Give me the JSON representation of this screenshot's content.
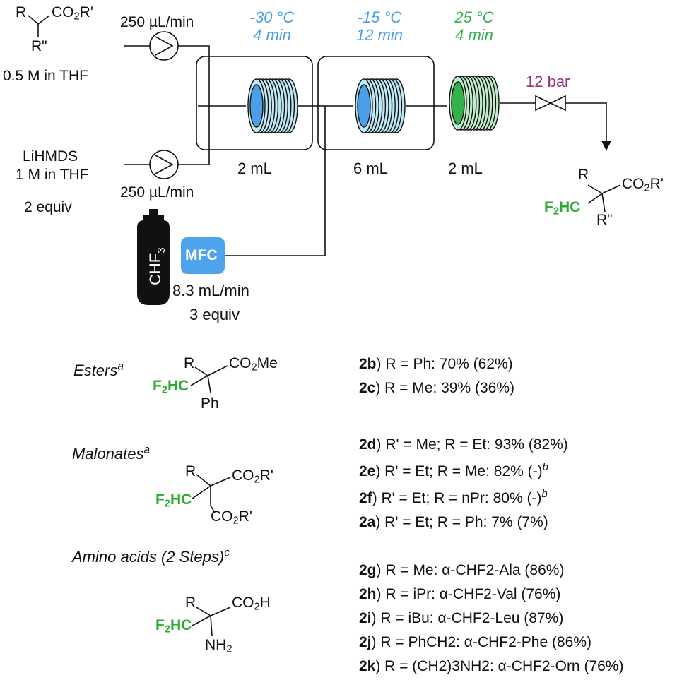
{
  "colors": {
    "cold1": "#4a9fe6",
    "cold2": "#4a9fe6",
    "warm": "#33b24a",
    "valve": "#9a2f7a",
    "mfc": "#4fa3ea",
    "green_text": "#2eaa2e"
  },
  "icons": [
    "pump-icon",
    "coil-reactor-icon",
    "valve-icon",
    "gas-cylinder-icon"
  ],
  "feed1": {
    "r": "R",
    "ester": "CO2R'",
    "rpp": "R\"",
    "conc": "0.5 M in THF",
    "flow": "250 µL/min"
  },
  "feed2": {
    "name": "LiHMDS",
    "conc": "1 M in THF",
    "equiv": "2 equiv",
    "flow": "250 µL/min"
  },
  "gas": {
    "name": "CHF3",
    "mfc": "MFC",
    "flow": "8.3 mL/min",
    "equiv": "3 equiv"
  },
  "reactors": [
    {
      "temp": "-30 °C",
      "time": "4 min",
      "volume": "2 mL"
    },
    {
      "temp": "-15 °C",
      "time": "12 min",
      "volume": "6 mL"
    },
    {
      "temp": "25 °C",
      "time": "4 min",
      "volume": "2 mL"
    }
  ],
  "valve_label": "12 bar",
  "product": {
    "r": "R",
    "ester": "CO2R'",
    "group": "F2HC",
    "rpp": "R\""
  },
  "categories": {
    "esters": "Esters",
    "esters_sup": "a",
    "malonates": "Malonates",
    "malonates_sup": "a",
    "amino": "Amino acids (2 Steps)",
    "amino_sup": "c"
  },
  "structures": {
    "ester": {
      "r": "R",
      "co": "CO2Me",
      "group": "F2HC",
      "sub": "Ph"
    },
    "malonate": {
      "r": "R",
      "co1": "CO2R'",
      "group": "F2HC",
      "co2": "CO2R'"
    },
    "amino": {
      "r": "R",
      "co": "CO2H",
      "group": "F2HC",
      "sub": "NH2"
    }
  },
  "results": [
    {
      "id": "2b",
      "text": ") R = Ph: 70% (62%)"
    },
    {
      "id": "2c",
      "text": ") R = Me: 39% (36%)"
    },
    {
      "id": "2d",
      "text": ") R' = Me; R = Et: 93% (82%)"
    },
    {
      "id": "2e",
      "text": ") R' = Et; R = Me: 82% (-)",
      "sup": "b"
    },
    {
      "id": "2f",
      "text": ") R' = Et; R = nPr: 80% (-)",
      "sup": "b"
    },
    {
      "id": "2a",
      "text": ") R' = Et; R = Ph: 7% (7%)"
    },
    {
      "id": "2g",
      "text": ") R = Me: α-CHF2-Ala (86%)"
    },
    {
      "id": "2h",
      "text": ") R = iPr: α-CHF2-Val (76%)"
    },
    {
      "id": "2i",
      "text": ") R = iBu: α-CHF2-Leu (87%)"
    },
    {
      "id": "2j",
      "text": ") R = PhCH2: α-CHF2-Phe (86%)"
    },
    {
      "id": "2k",
      "text": ") R = (CH2)3NH2: α-CHF2-Orn (76%)"
    }
  ]
}
